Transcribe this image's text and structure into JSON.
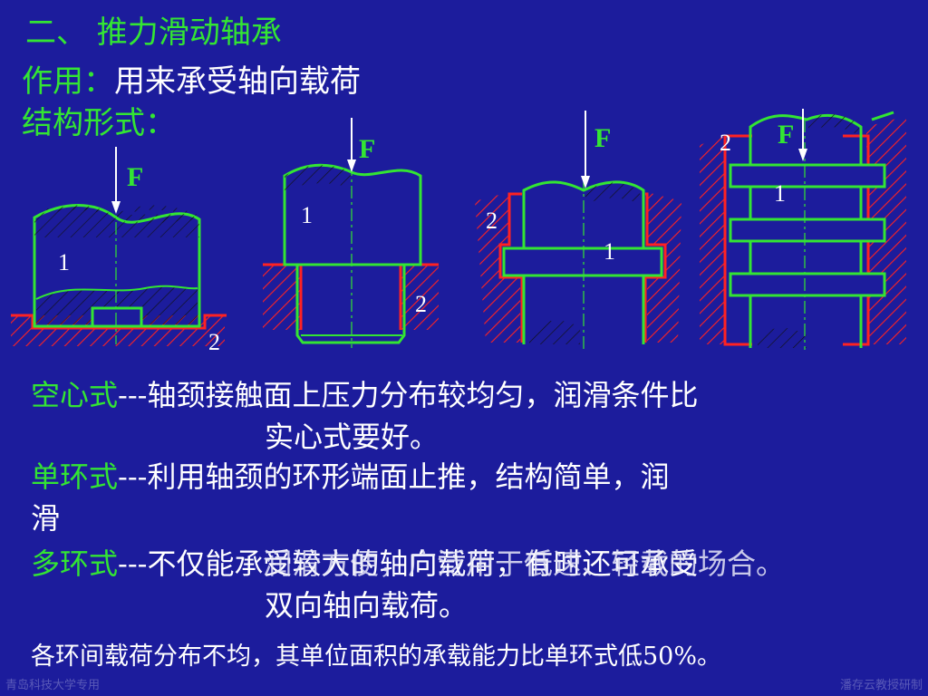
{
  "title": "二、 推力滑动轴承",
  "purpose": {
    "label": "作用：",
    "text": "用来承受轴向载荷"
  },
  "structure_label": "结构形式：",
  "diagram": {
    "labels": {
      "force": "F",
      "part1": "1",
      "part2": "2"
    },
    "colors": {
      "outline": "#33e533",
      "hatch": "#111111",
      "housing": "#ff2222",
      "centerline": "#33e533",
      "arrow": "#ffffff"
    }
  },
  "descriptions": {
    "hollow": {
      "term": "空心式",
      "dashes": "---",
      "text": "轴颈接触面上压力分布较均匀，润滑条件比",
      "text2": "实心式要好。"
    },
    "single": {
      "term": "单环式",
      "dashes": "---",
      "text": "利用轴颈的环形端面止推，结构简单，润",
      "text2": "滑"
    },
    "multi": {
      "term": "多环式",
      "dashes": "---",
      "text": "不仅能承受较大的轴向载荷，有时还可承受",
      "overlap": "润滑方便，广泛用于低速、轻载的场合。",
      "text2": "双向轴向载荷。"
    }
  },
  "footnote": "各环间载荷分布不均，其单位面积的承载能力比单环式低50%。",
  "footer": {
    "left": "青岛科技大学专用",
    "right": "潘存云教授研制"
  }
}
